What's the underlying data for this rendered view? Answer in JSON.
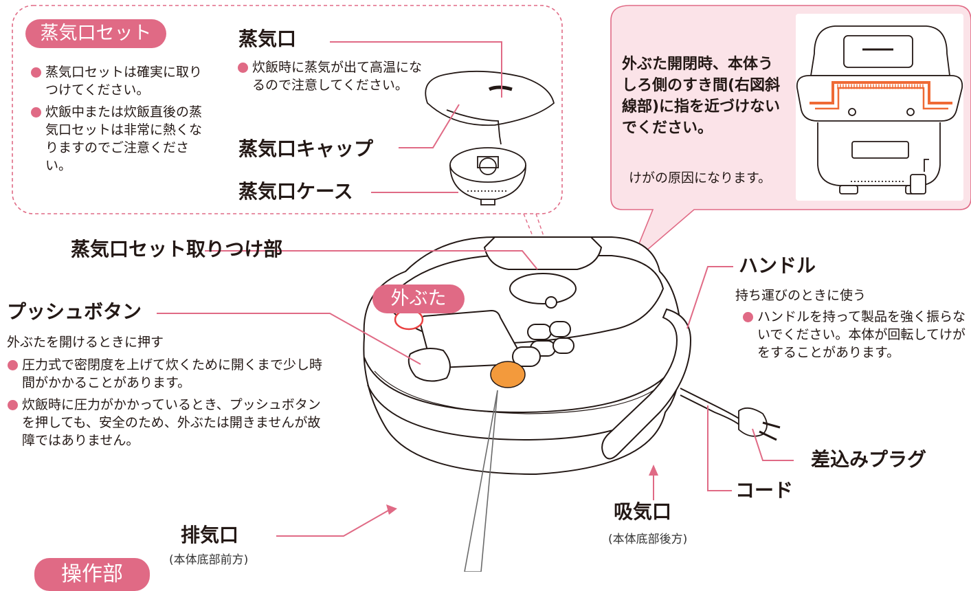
{
  "accent_color": "#e06a85",
  "orange_color": "#f39a3c",
  "steam_set": {
    "badge": "蒸気口セット",
    "notes": [
      "蒸気口セットは確実に取りつけてください。",
      "炊飯中または炊飯直後の蒸気口セットは非常に熱くなりますのでご注意ください。"
    ],
    "vent_title": "蒸気口",
    "vent_note": "炊飯時に蒸気が出て高温になるので注意してください。",
    "cap_title": "蒸気口キャップ",
    "case_title": "蒸気口ケース"
  },
  "warning": {
    "bold": "外ぶた開閉時、本体うしろ側のすき間(右図斜線部)に指を近づけないでください。",
    "note": "けがの原因になります。"
  },
  "labels": {
    "mount": "蒸気口セット取りつけ部",
    "lid_badge": "外ぶた",
    "push_title": "プッシュボタン",
    "push_desc": "外ぶたを開けるときに押す",
    "push_notes": [
      "圧力式で密閉度を上げて炊くために開くまで少し時間がかかることがあります。",
      "炊飯時に圧力がかかっているとき、プッシュボタンを押しても、安全のため、外ぶたは開きませんが故障ではありません。"
    ],
    "handle_title": "ハンドル",
    "handle_desc": "持ち運びのときに使う",
    "handle_note": "ハンドルを持って製品を強く振らないでください。本体が回転してけがをすることがあります。",
    "plug": "差込みプラグ",
    "cord": "コード",
    "exhaust": "排気口",
    "exhaust_sub": "(本体底部前方)",
    "intake": "吸気口",
    "intake_sub": "(本体底部後方)",
    "ops_badge": "操作部"
  }
}
